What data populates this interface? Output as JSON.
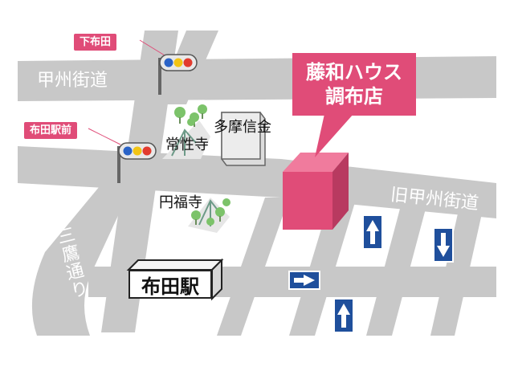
{
  "roads": {
    "koshu_kaido": "甲州街道",
    "old_koshu_kaido": "旧甲州街道",
    "mitaka_dori": [
      "三",
      "鷹",
      "通",
      "り"
    ]
  },
  "signals": {
    "shimofuda": "下布田",
    "fudaekimae": "布田駅前"
  },
  "landmarks": {
    "joshoji": "常性寺",
    "tama_shinkin": "多摩信金",
    "enpukuji": "円福寺"
  },
  "destination": {
    "line1": "藤和ハウス",
    "line2": "調布店",
    "color": "#e04c78"
  },
  "station": {
    "name": "布田駅"
  },
  "colors": {
    "road": "#c8c8c8",
    "arrow_sign": "#1f4f9c",
    "signal_red": "#e23b2e",
    "signal_yellow": "#f2c414",
    "signal_blue": "#2a63c7"
  },
  "icons": [
    "traffic-signal-icon",
    "tree-icon",
    "temple-icon",
    "building-icon",
    "arrow-up-icon",
    "arrow-down-icon",
    "arrow-right-icon"
  ]
}
